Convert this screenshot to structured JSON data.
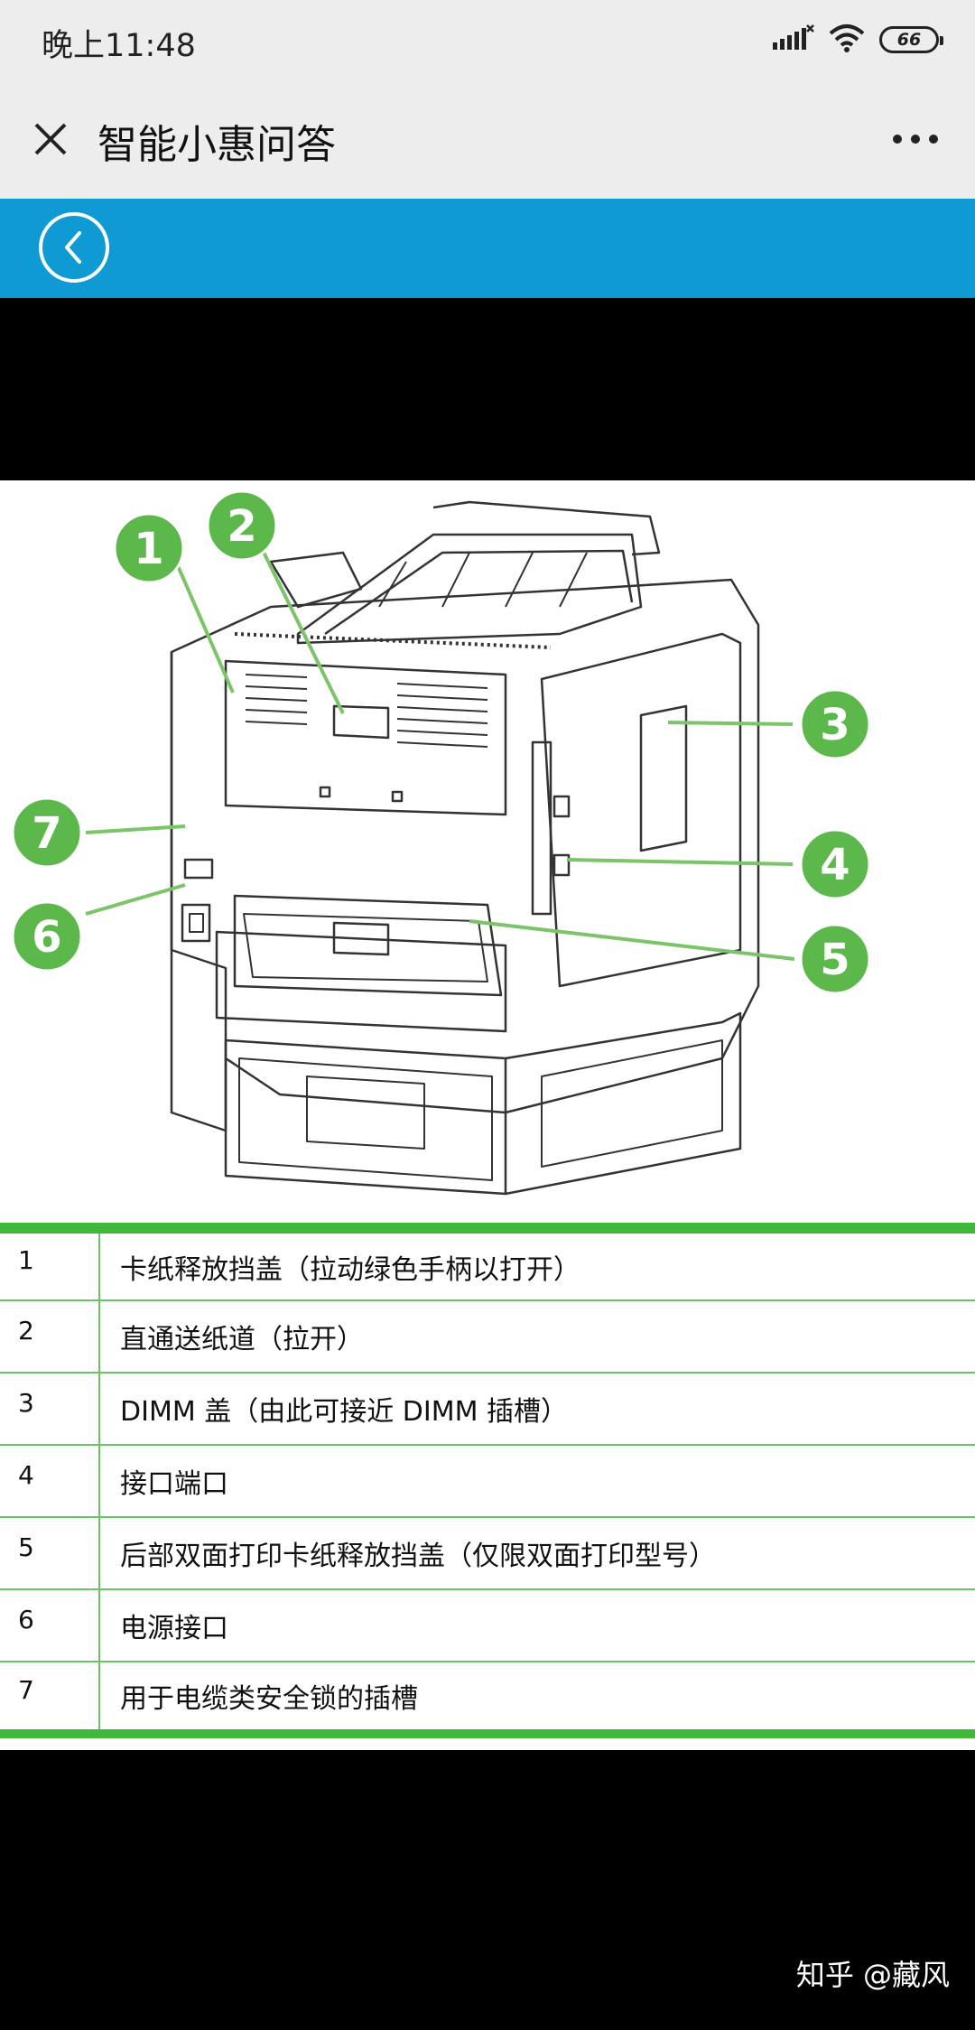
{
  "status_bar": {
    "time": "晚上11:48",
    "battery": "66",
    "icons": [
      "signal-icon",
      "wifi-icon",
      "battery-icon"
    ]
  },
  "title_bar": {
    "title": "智能小惠问答",
    "icons": [
      "close-icon",
      "more-icon"
    ]
  },
  "nav": {
    "icons": [
      "back-icon"
    ],
    "accent_color": "#0f9ad4"
  },
  "diagram": {
    "callouts": [
      "1",
      "2",
      "3",
      "4",
      "5",
      "6",
      "7"
    ],
    "callout_color": "#5cb84a"
  },
  "table": {
    "rows": [
      {
        "num": "1",
        "desc": "卡纸释放挡盖（拉动绿色手柄以打开）"
      },
      {
        "num": "2",
        "desc": "直通送纸道（拉开）"
      },
      {
        "num": "3",
        "desc": "DIMM 盖（由此可接近 DIMM 插槽）"
      },
      {
        "num": "4",
        "desc": "接口端口"
      },
      {
        "num": "5",
        "desc": "后部双面打印卡纸释放挡盖（仅限双面打印型号）"
      },
      {
        "num": "6",
        "desc": "电源接口"
      },
      {
        "num": "7",
        "desc": "用于电缆类安全锁的插槽"
      }
    ],
    "border_color": "#40b83a"
  },
  "watermark": "知乎 @藏风"
}
